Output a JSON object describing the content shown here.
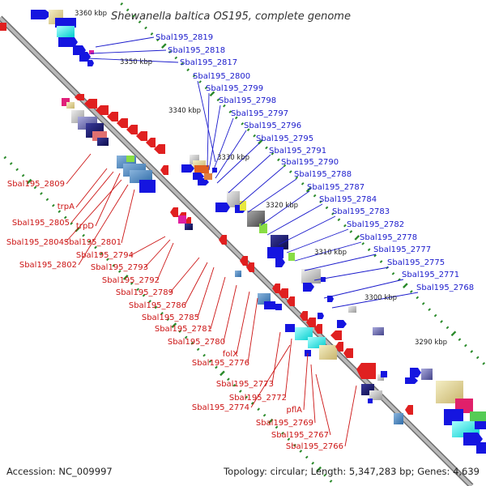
{
  "title": "Shewanella baltica OS195, complete genome",
  "footer": {
    "accession": "Accession: NC_009997",
    "summary": "Topology: circular; Length: 5,347,283 bp; Genes: 4,639"
  },
  "kbp_labels": [
    "3360 kbp",
    "3350 kbp",
    "3340 kbp",
    "3330 kbp",
    "3320 kbp",
    "3310 kbp",
    "3300 kbp",
    "3290 kbp"
  ],
  "top_labels": [
    "Sbal195_2819",
    "Sbal195_2818",
    "Sbal195_2817",
    "Sbal195_2800",
    "Sbal195_2799",
    "Sbal195_2798",
    "Sbal195_2797",
    "Sbal195_2796",
    "Sbal195_2795",
    "Sbal195_2791",
    "Sbal195_2790",
    "Sbal195_2788",
    "Sbal195_2787",
    "Sbal195_2784",
    "Sbal195_2783",
    "Sbal195_2782",
    "Sbal195_2778",
    "Sbal195_2777",
    "Sbal195_2775",
    "Sbal195_2771",
    "Sbal195_2768"
  ],
  "bottom_labels": [
    "Sbal195_2809",
    "trpA",
    "Sbal195_2805",
    "trpD",
    "Sbal195_2804",
    "Sbal195_2801",
    "Sbal195_2802",
    "Sbal195_2794",
    "Sbal195_2793",
    "Sbal195_2792",
    "Sbal195_2789",
    "Sbal195_2786",
    "Sbal195_2785",
    "Sbal195_2781",
    "Sbal195_2780",
    "folX",
    "Sbal195_2776",
    "Sbal195_2773",
    "Sbal195_2772",
    "Sbal195_2774",
    "pflA",
    "Sbal195_2769",
    "Sbal195_2767",
    "Sbal195_2766"
  ],
  "colors": {
    "forward_strand": "#1515e0",
    "reverse_strand": "#e01515",
    "backbone": "#999999",
    "label_top": "#1a1acc",
    "label_bottom": "#cc1414",
    "tick": "#2a8a2a"
  }
}
